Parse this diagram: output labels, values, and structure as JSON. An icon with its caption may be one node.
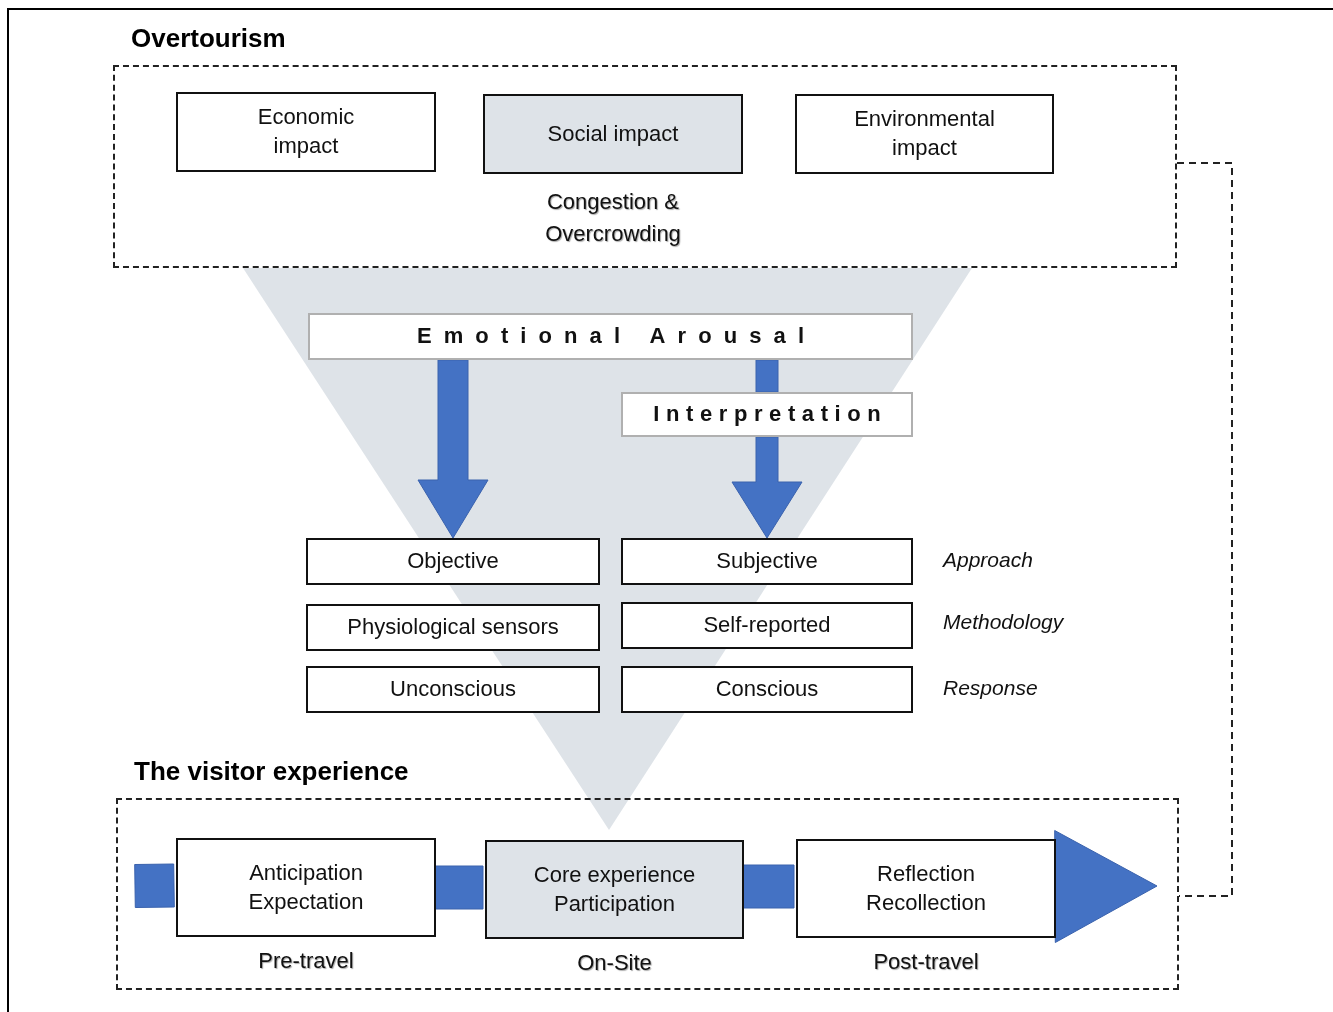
{
  "diagram": {
    "nodes": [
      {
        "text": [
          "Overtourism"
        ]
      },
      {
        "text": [
          "Economic impact"
        ],
        "in": 0
      },
      {
        "text": [
          "Social impact"
        ],
        "in": 0,
        "beside": [
          "Congestion & Overcrowding"
        ]
      },
      {
        "text": [
          "Environmental impact"
        ],
        "in": 0
      },
      {
        "text": [
          "Emotional Arousal"
        ]
      },
      {
        "text": [
          "Interpretation"
        ]
      },
      {
        "text": [
          "Objective"
        ]
      },
      {
        "text": [
          "Subjective"
        ]
      },
      {
        "text": [
          "Physiological sensors"
        ]
      },
      {
        "text": [
          "Self-reported"
        ]
      },
      {
        "text": [
          "Unconscious"
        ]
      },
      {
        "text": [
          "Conscious"
        ]
      },
      {
        "text": [
          "The visitor experience"
        ]
      },
      {
        "text": [
          "Anticipation Expectation"
        ],
        "in": 12,
        "beside": [
          "Pre-travel"
        ]
      },
      {
        "text": [
          "Core experience Participation"
        ],
        "in": 12,
        "beside": [
          "On-Site"
        ]
      },
      {
        "text": [
          "Reflection Recollection"
        ],
        "in": 12,
        "beside": [
          "Post-travel"
        ]
      }
    ],
    "edges": [
      {
        "from": 4,
        "to": 6,
        "arrow": "to",
        "style": "thick"
      },
      {
        "from": 4,
        "to": 5,
        "arrow": "none",
        "style": "thick"
      },
      {
        "from": 5,
        "to": 7,
        "arrow": "to",
        "style": "thick"
      },
      {
        "from": null,
        "to": 13,
        "arrow": "none",
        "style": "thick"
      },
      {
        "from": 13,
        "to": 14,
        "arrow": "none",
        "style": "thick"
      },
      {
        "from": 14,
        "to": 15,
        "arrow": "none",
        "style": "thick"
      },
      {
        "from": 15,
        "to": null,
        "arrow": "to",
        "style": "thick"
      },
      {
        "from": 0,
        "to": 12,
        "arrow": "none",
        "style": "dashed",
        "color": "#000000"
      }
    ],
    "labels": [
      "Approach",
      "Methodology",
      "Response"
    ]
  }
}
